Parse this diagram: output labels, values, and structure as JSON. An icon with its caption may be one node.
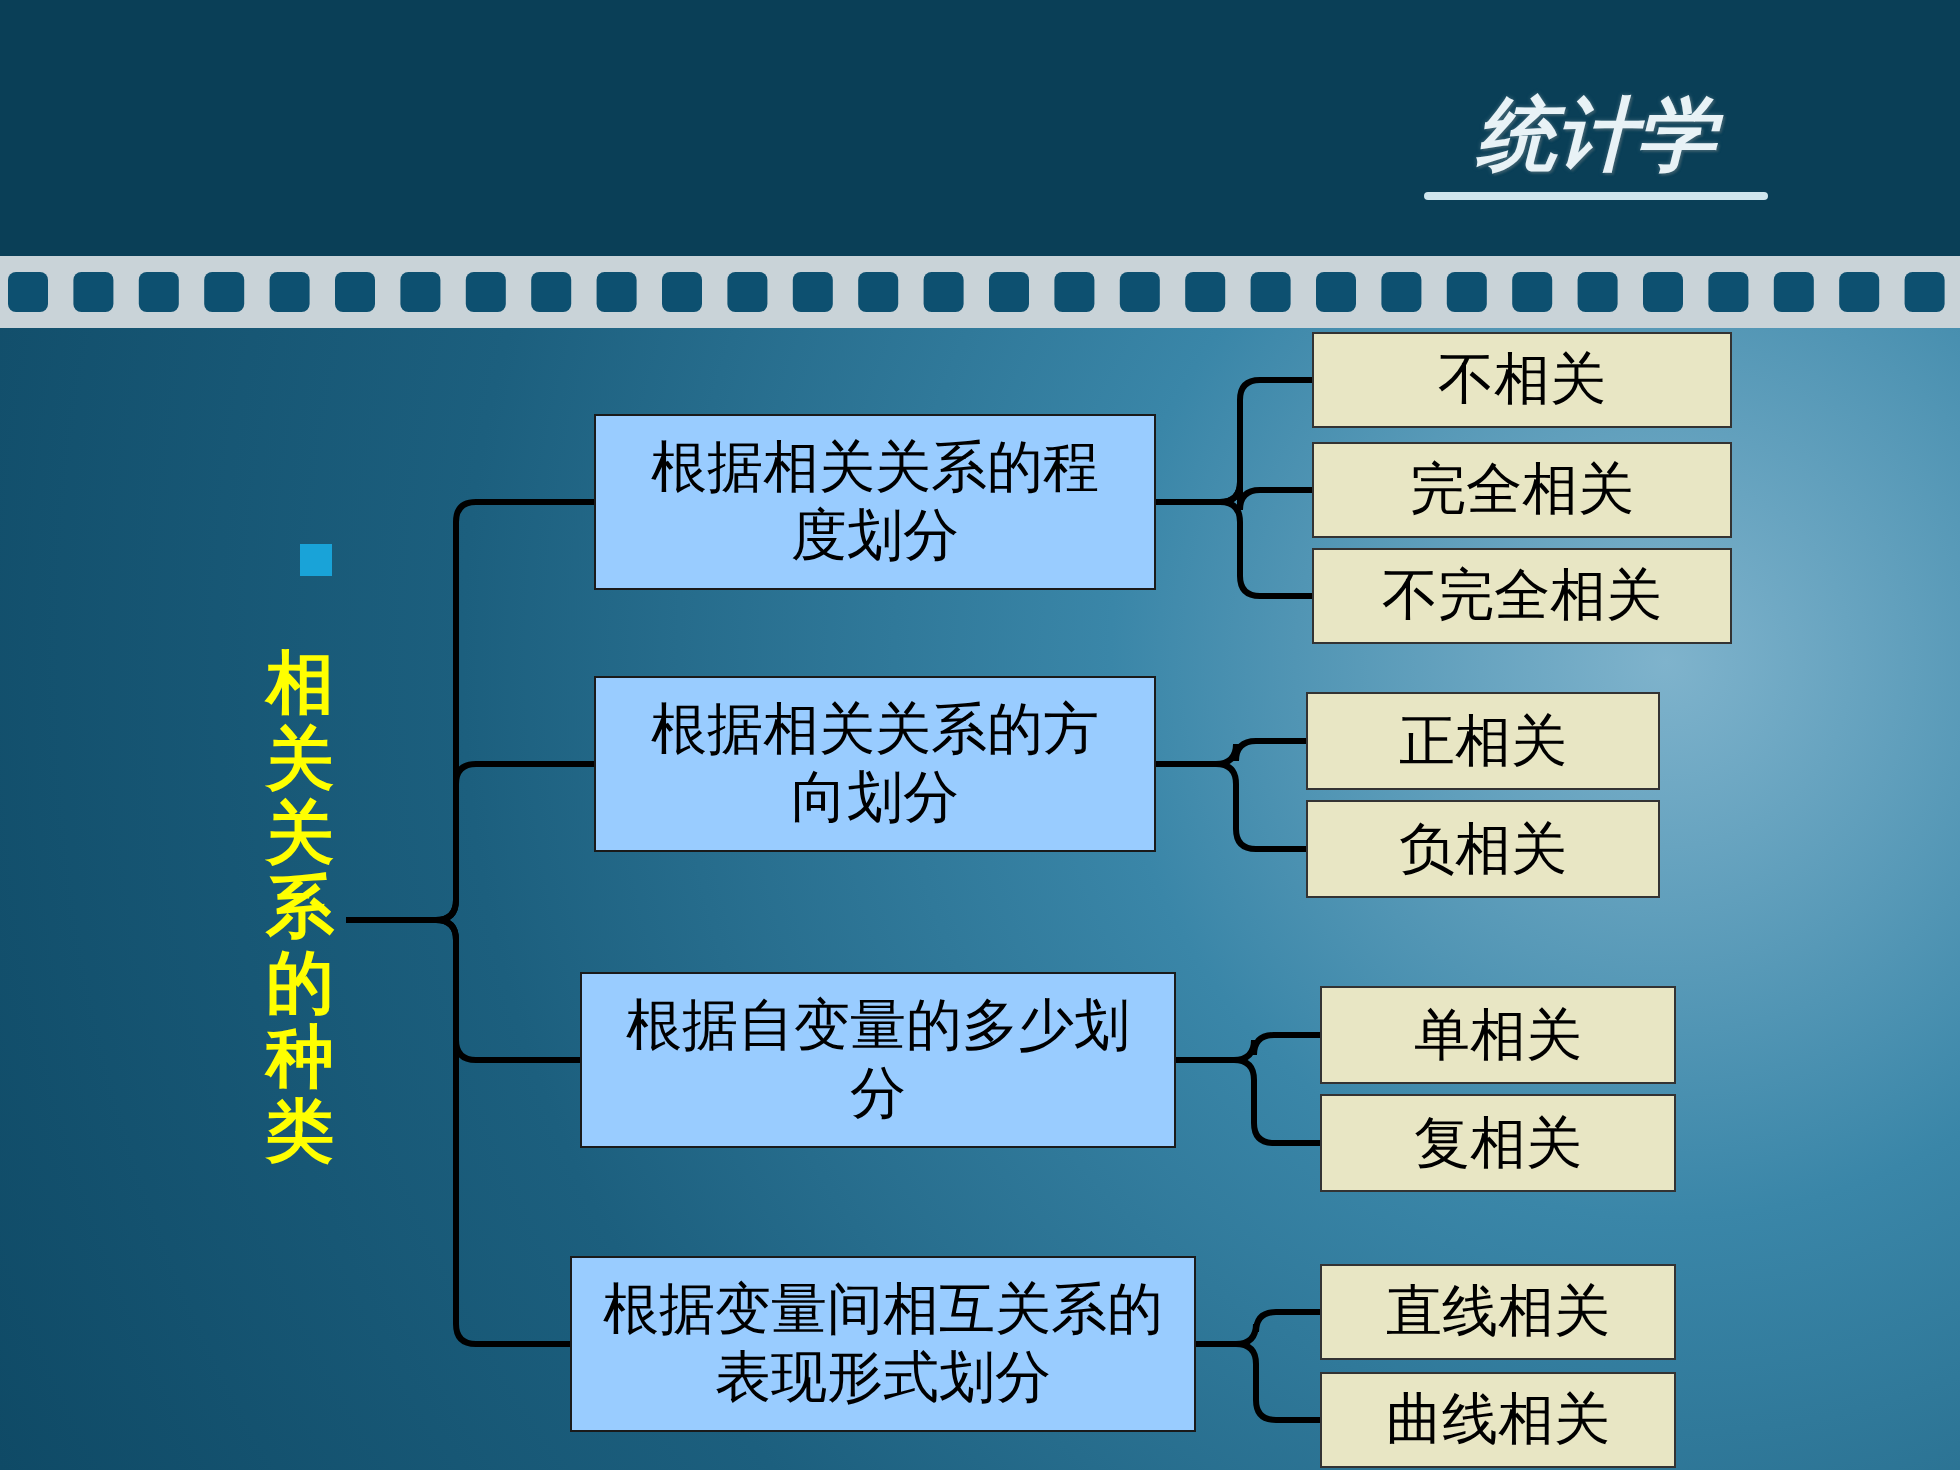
{
  "diagram": {
    "title": "统计学",
    "nodes": [
      {
        "text": [
          "相关关系的种类"
        ]
      },
      {
        "text": [
          "根据相关关系的程度划分"
        ]
      },
      {
        "text": [
          "根据相关关系的方向划分"
        ]
      },
      {
        "text": [
          "根据自变量的多少划分"
        ]
      },
      {
        "text": [
          "根据变量间相互关系的表现形式划分"
        ]
      },
      {
        "text": [
          "不相关"
        ]
      },
      {
        "text": [
          "完全相关"
        ]
      },
      {
        "text": [
          "不完全相关"
        ]
      },
      {
        "text": [
          "正相关"
        ]
      },
      {
        "text": [
          "负相关"
        ]
      },
      {
        "text": [
          "单相关"
        ]
      },
      {
        "text": [
          "复相关"
        ]
      },
      {
        "text": [
          "直线相关"
        ]
      },
      {
        "text": [
          "曲线相关"
        ]
      }
    ],
    "edges": [
      {
        "from": 0,
        "to": 1,
        "arrow": "none"
      },
      {
        "from": 0,
        "to": 2,
        "arrow": "none"
      },
      {
        "from": 0,
        "to": 3,
        "arrow": "none"
      },
      {
        "from": 0,
        "to": 4,
        "arrow": "none"
      },
      {
        "from": 1,
        "to": 5,
        "arrow": "none"
      },
      {
        "from": 1,
        "to": 6,
        "arrow": "none"
      },
      {
        "from": 1,
        "to": 7,
        "arrow": "none"
      },
      {
        "from": 2,
        "to": 8,
        "arrow": "none"
      },
      {
        "from": 2,
        "to": 9,
        "arrow": "none"
      },
      {
        "from": 3,
        "to": 10,
        "arrow": "none"
      },
      {
        "from": 3,
        "to": 11,
        "arrow": "none"
      },
      {
        "from": 4,
        "to": 12,
        "arrow": "none"
      },
      {
        "from": 4,
        "to": 13,
        "arrow": "none"
      }
    ]
  }
}
